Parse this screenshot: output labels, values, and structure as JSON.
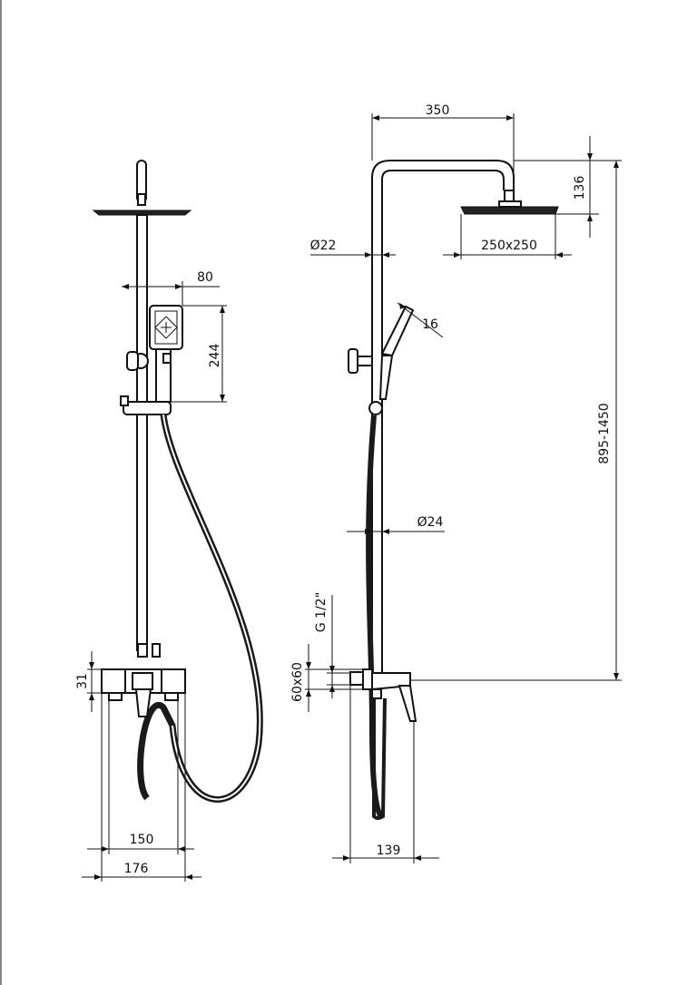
{
  "colors": {
    "line": "#111111",
    "background": "#ffffff",
    "hose": "#1a1a1a"
  },
  "dimensions": {
    "arm_length": "350",
    "head_height": "136",
    "arm_diameter": "Ø22",
    "head_size": "250x250",
    "hand_shower_width": "80",
    "hand_shower_height": "244",
    "hand_shower_angle": "16",
    "total_height": "895-1450",
    "rail_diameter": "Ø24",
    "thread": "G 1/2\"",
    "wall_plate": "60x60",
    "mixer_height": "31",
    "inlet_spacing": "150",
    "mixer_width": "176",
    "projection": "139"
  }
}
